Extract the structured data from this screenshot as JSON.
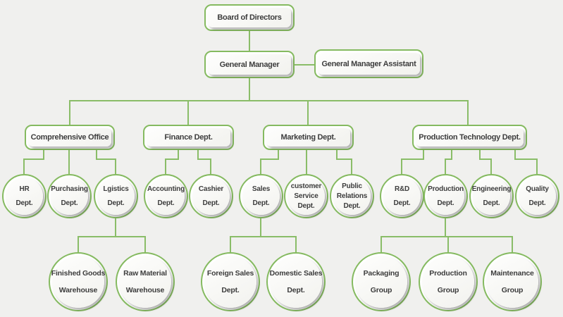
{
  "chart_title": "",
  "colors": {
    "accent": "#85ba60",
    "connector": "#8abd68",
    "text": "#3d3d3d",
    "background": "#f0f0ee"
  },
  "nodes": [
    {
      "id": "board-of-directors",
      "shape": "box",
      "lines": [
        "Board of Directors"
      ]
    },
    {
      "id": "general-manager",
      "shape": "box",
      "lines": [
        "General Manager"
      ]
    },
    {
      "id": "general-manager-assistant",
      "shape": "box",
      "lines": [
        "General Manager Assistant"
      ]
    },
    {
      "id": "comprehensive-office",
      "shape": "box",
      "lines": [
        "Comprehensive Office"
      ]
    },
    {
      "id": "finance-dept",
      "shape": "box",
      "lines": [
        "Finance Dept."
      ]
    },
    {
      "id": "marketing-dept",
      "shape": "box",
      "lines": [
        "Marketing Dept."
      ]
    },
    {
      "id": "production-technology-dept",
      "shape": "box",
      "lines": [
        "Production Technology Dept."
      ]
    },
    {
      "id": "hr-dept",
      "shape": "circle",
      "lines": [
        "HR",
        "Dept."
      ]
    },
    {
      "id": "purchasing-dept",
      "shape": "circle",
      "lines": [
        "Purchasing",
        "Dept."
      ]
    },
    {
      "id": "lgistics-dept",
      "shape": "circle",
      "lines": [
        "Lgistics",
        "Dept."
      ]
    },
    {
      "id": "accounting-dept",
      "shape": "circle",
      "lines": [
        "Accounting",
        "Dept."
      ]
    },
    {
      "id": "cashier-dept",
      "shape": "circle",
      "lines": [
        "Cashier",
        "Dept."
      ]
    },
    {
      "id": "sales-dept",
      "shape": "circle",
      "lines": [
        "Sales",
        "Dept."
      ]
    },
    {
      "id": "customer-service-dept",
      "shape": "circle",
      "lines": [
        "customer",
        "Service",
        "Dept."
      ]
    },
    {
      "id": "public-relations-dept",
      "shape": "circle",
      "lines": [
        "Public",
        "Relations",
        "Dept."
      ]
    },
    {
      "id": "rd-dept",
      "shape": "circle",
      "lines": [
        "R&D",
        "Dept."
      ]
    },
    {
      "id": "production-dept",
      "shape": "circle",
      "lines": [
        "Production",
        "Dept."
      ]
    },
    {
      "id": "engineering-dept",
      "shape": "circle",
      "lines": [
        "Engineering",
        "Dept."
      ]
    },
    {
      "id": "quality-dept",
      "shape": "circle",
      "lines": [
        "Quality",
        "Dept."
      ]
    },
    {
      "id": "finished-goods-warehouse",
      "shape": "circle",
      "lines": [
        "Finished Goods",
        "Warehouse"
      ]
    },
    {
      "id": "raw-material-warehouse",
      "shape": "circle",
      "lines": [
        "Raw Material",
        "Warehouse"
      ]
    },
    {
      "id": "foreign-sales-dept",
      "shape": "circle",
      "lines": [
        "Foreign Sales",
        "Dept."
      ]
    },
    {
      "id": "domestic-sales-dept",
      "shape": "circle",
      "lines": [
        "Domestic Sales",
        "Dept."
      ]
    },
    {
      "id": "packaging-group",
      "shape": "circle",
      "lines": [
        "Packaging",
        "Group"
      ]
    },
    {
      "id": "production-group",
      "shape": "circle",
      "lines": [
        "Production",
        "Group"
      ]
    },
    {
      "id": "maintenance-group",
      "shape": "circle",
      "lines": [
        "Maintenance",
        "Group"
      ]
    }
  ],
  "edges": [
    {
      "from": "board-of-directors",
      "to": "general-manager"
    },
    {
      "from": "general-manager",
      "to": "general-manager-assistant"
    },
    {
      "from": "general-manager",
      "to": "comprehensive-office"
    },
    {
      "from": "general-manager",
      "to": "finance-dept"
    },
    {
      "from": "general-manager",
      "to": "marketing-dept"
    },
    {
      "from": "general-manager",
      "to": "production-technology-dept"
    },
    {
      "from": "comprehensive-office",
      "to": "hr-dept"
    },
    {
      "from": "comprehensive-office",
      "to": "purchasing-dept"
    },
    {
      "from": "comprehensive-office",
      "to": "lgistics-dept"
    },
    {
      "from": "finance-dept",
      "to": "accounting-dept"
    },
    {
      "from": "finance-dept",
      "to": "cashier-dept"
    },
    {
      "from": "marketing-dept",
      "to": "sales-dept"
    },
    {
      "from": "marketing-dept",
      "to": "customer-service-dept"
    },
    {
      "from": "marketing-dept",
      "to": "public-relations-dept"
    },
    {
      "from": "production-technology-dept",
      "to": "rd-dept"
    },
    {
      "from": "production-technology-dept",
      "to": "production-dept"
    },
    {
      "from": "production-technology-dept",
      "to": "engineering-dept"
    },
    {
      "from": "production-technology-dept",
      "to": "quality-dept"
    },
    {
      "from": "lgistics-dept",
      "to": "finished-goods-warehouse"
    },
    {
      "from": "lgistics-dept",
      "to": "raw-material-warehouse"
    },
    {
      "from": "sales-dept",
      "to": "foreign-sales-dept"
    },
    {
      "from": "sales-dept",
      "to": "domestic-sales-dept"
    },
    {
      "from": "production-dept",
      "to": "packaging-group"
    },
    {
      "from": "production-dept",
      "to": "production-group"
    },
    {
      "from": "production-dept",
      "to": "maintenance-group"
    }
  ]
}
